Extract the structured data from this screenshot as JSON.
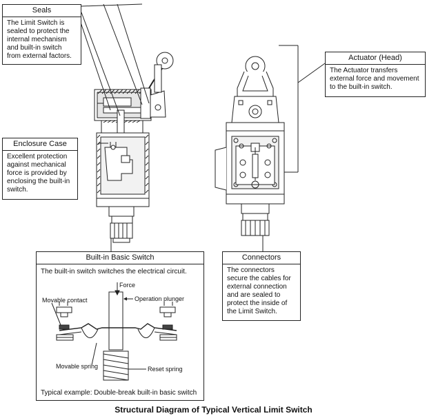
{
  "callouts": {
    "seals": {
      "title": "Seals",
      "text": "The Limit Switch is\nsealed to protect the\ninternal mechanism\nand built-in switch\nfrom external factors."
    },
    "enclosure": {
      "title": "Enclosure Case",
      "text": "Excellent protection\nagainst mechanical\nforce is provided by\nenclosing the built-in\nswitch."
    },
    "actuator": {
      "title": "Actuator (Head)",
      "text": "The Actuator transfers\nexternal force and movement\nto the built-in switch."
    },
    "builtin": {
      "title": "Built-in Basic Switch",
      "text": "The built-in switch switches the electrical circuit.",
      "example": "Typical example: Double-break built-in basic switch"
    },
    "connectors": {
      "title": "Connectors",
      "text": "The connectors\nsecure the cables for\nexternal connection\nand are sealed to\nprotect the inside of\nthe Limit Switch."
    }
  },
  "switch_labels": {
    "force": "Force",
    "operation_plunger": "Operation plunger",
    "movable_contact": "Movable contact",
    "movable_spring": "Movable spring",
    "reset_spring": "Reset spring"
  },
  "caption": "Structural Diagram of Typical Vertical Limit Switch"
}
